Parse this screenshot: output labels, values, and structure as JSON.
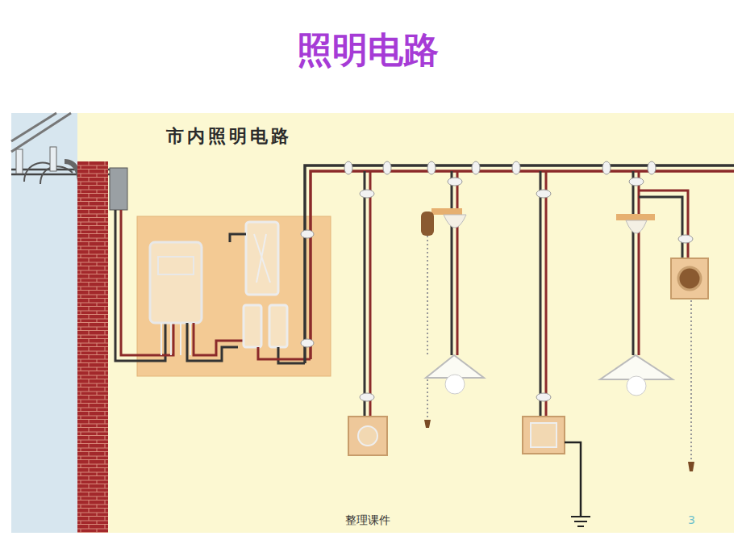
{
  "diagram": {
    "title": "照明电路",
    "labels": [
      "市内照明电路",
      "整理课件",
      "3"
    ]
  }
}
